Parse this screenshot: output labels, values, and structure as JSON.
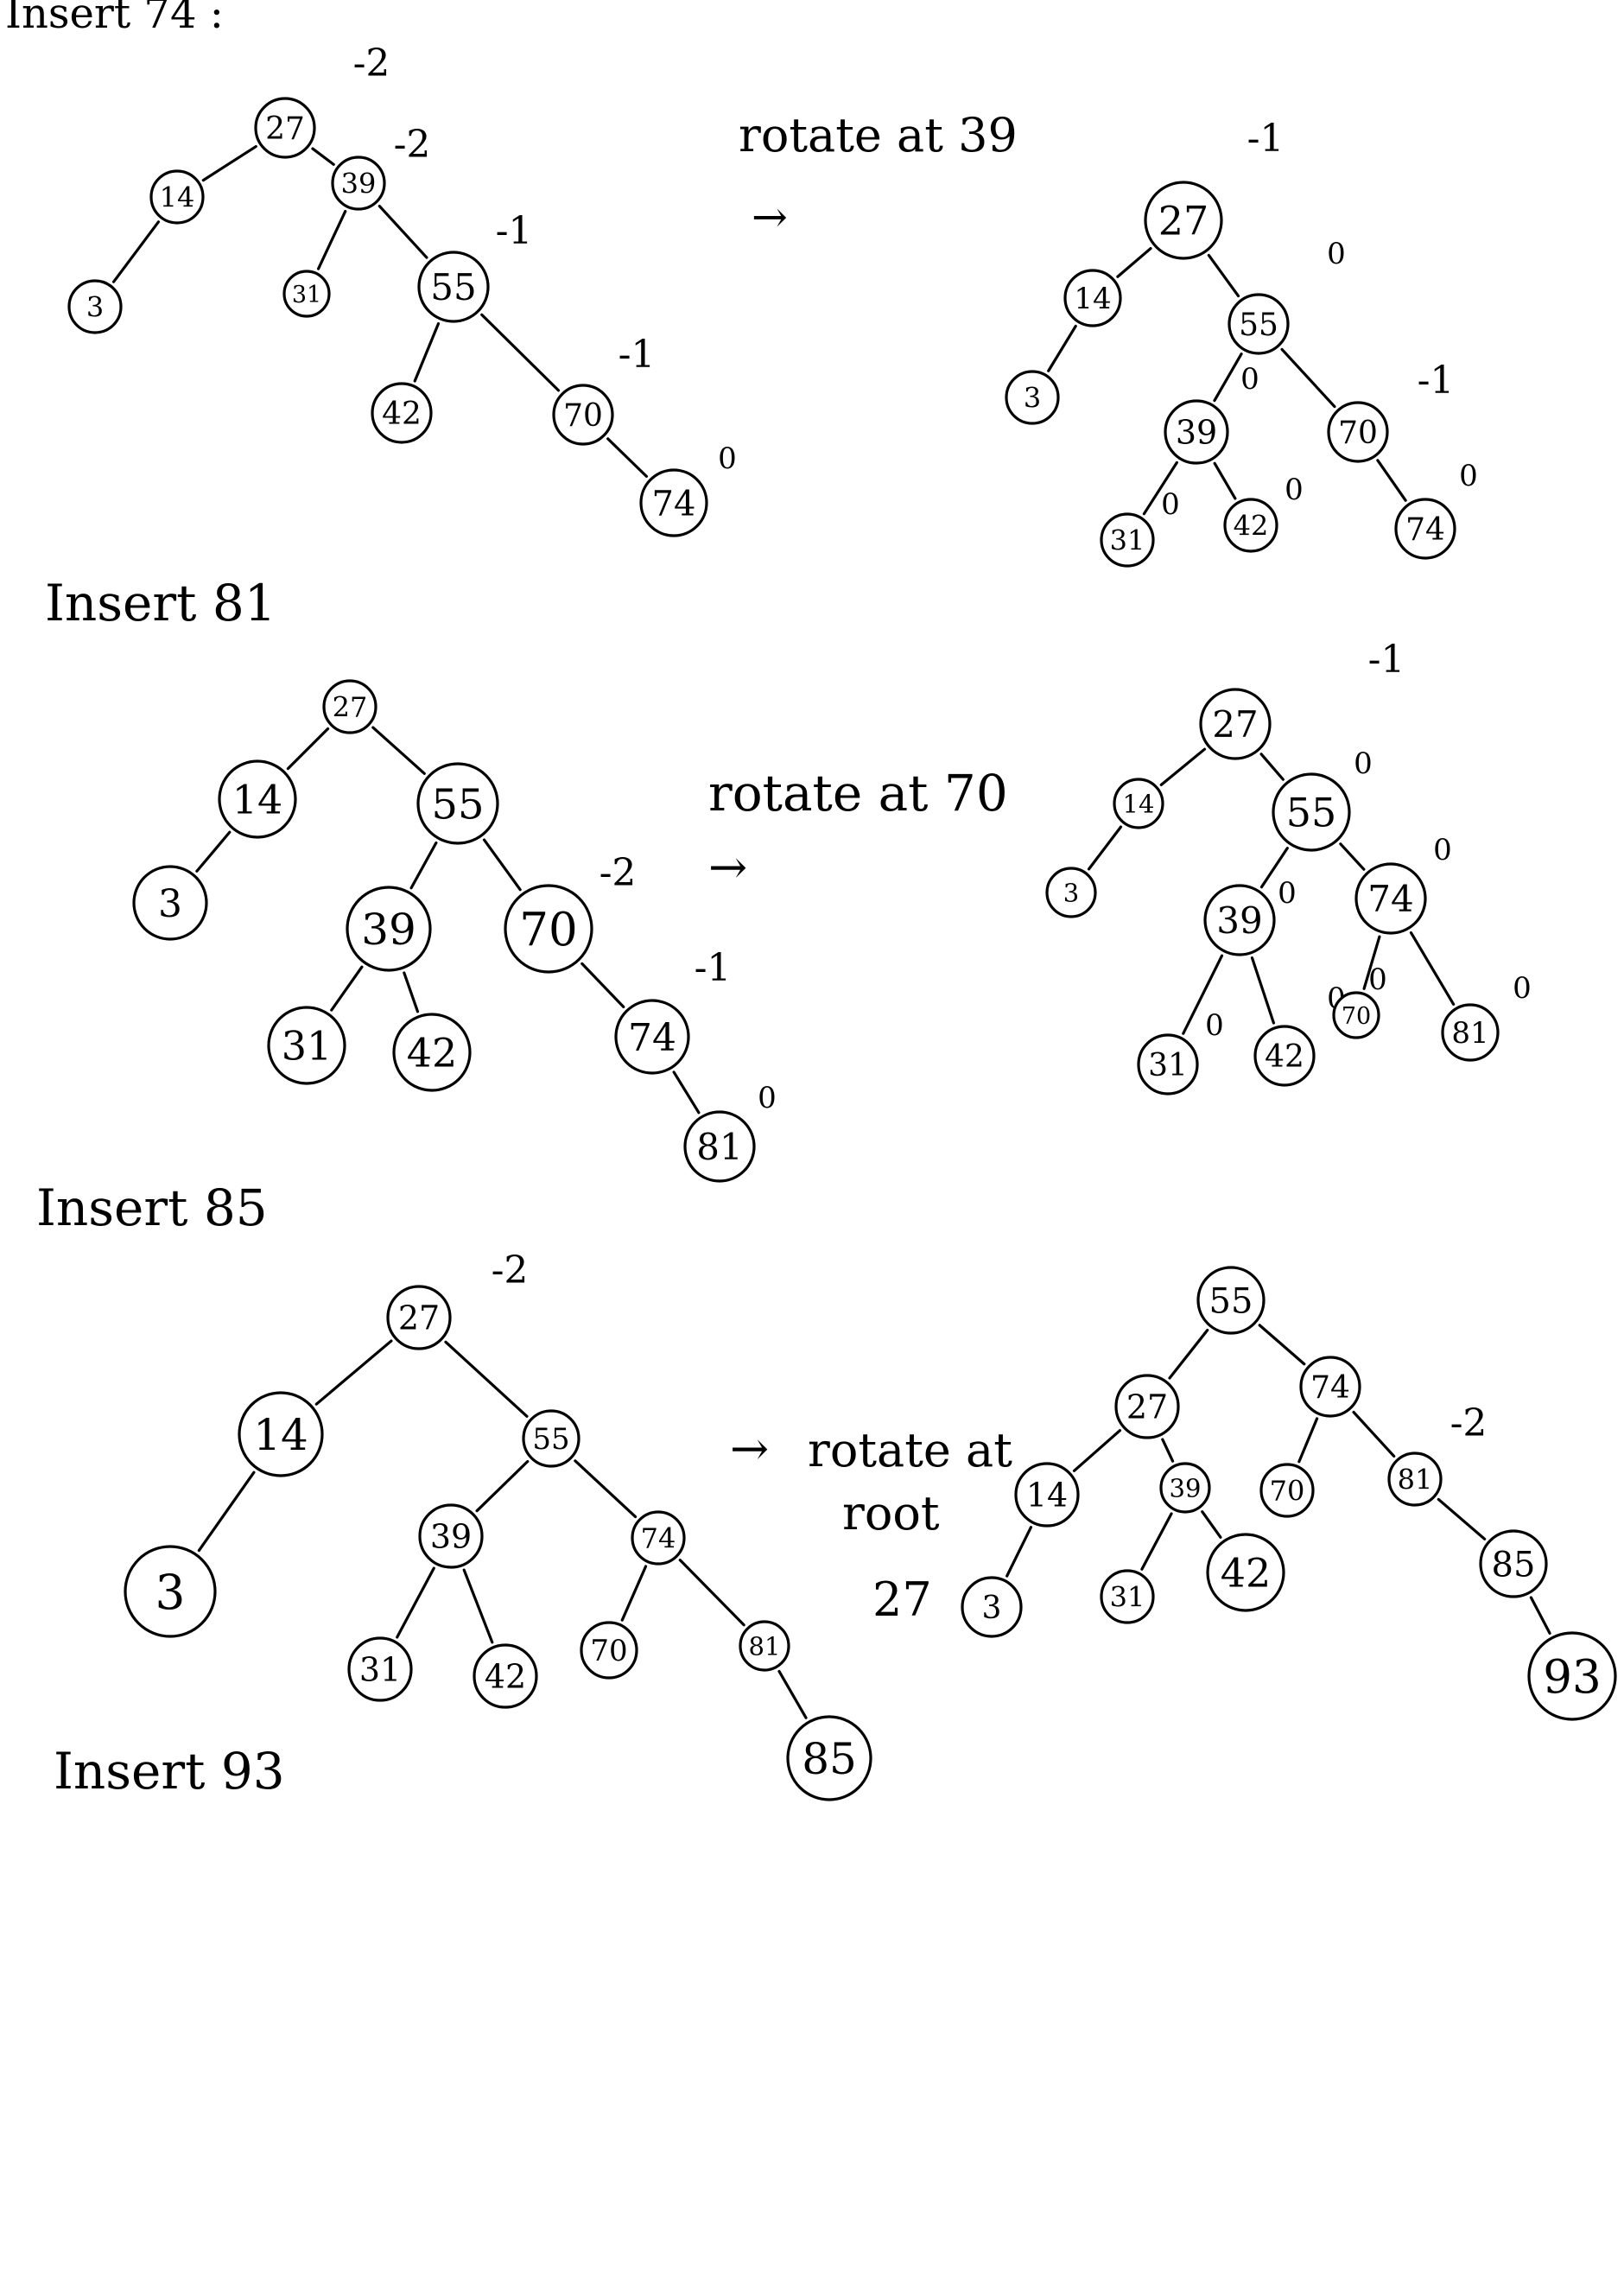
{
  "sections": [
    {
      "heading": "Insert 74 :"
    },
    {
      "heading": "Insert 81"
    },
    {
      "heading": "Insert 85"
    },
    {
      "heading": "Insert 93"
    }
  ],
  "rotation_notes": {
    "s1": "rotate at 39",
    "s2": "rotate at 70",
    "s3_line1": "rotate at",
    "s3_line2": "root",
    "s3_side": "27"
  },
  "arrow_glyph": "→",
  "trees": {
    "t1": {
      "nodes": [
        {
          "id": "27",
          "bf": "-2"
        },
        {
          "id": "14",
          "bf": ""
        },
        {
          "id": "3",
          "bf": ""
        },
        {
          "id": "39",
          "bf": "-2"
        },
        {
          "id": "31",
          "bf": ""
        },
        {
          "id": "55",
          "bf": "-1"
        },
        {
          "id": "42",
          "bf": ""
        },
        {
          "id": "70",
          "bf": "-1"
        },
        {
          "id": "74",
          "bf": "0"
        }
      ]
    },
    "t2": {
      "nodes": [
        {
          "id": "27",
          "bf": "-1"
        },
        {
          "id": "14",
          "bf": ""
        },
        {
          "id": "3",
          "bf": ""
        },
        {
          "id": "55",
          "bf": "0"
        },
        {
          "id": "39",
          "bf": "0"
        },
        {
          "id": "31",
          "bf": "0"
        },
        {
          "id": "42",
          "bf": "0"
        },
        {
          "id": "70",
          "bf": "-1"
        },
        {
          "id": "74",
          "bf": "0"
        }
      ]
    },
    "t3": {
      "nodes": [
        {
          "id": "27",
          "bf": ""
        },
        {
          "id": "14",
          "bf": ""
        },
        {
          "id": "3",
          "bf": ""
        },
        {
          "id": "55",
          "bf": ""
        },
        {
          "id": "39",
          "bf": ""
        },
        {
          "id": "31",
          "bf": ""
        },
        {
          "id": "42",
          "bf": ""
        },
        {
          "id": "70",
          "bf": "-2"
        },
        {
          "id": "74",
          "bf": "-1"
        },
        {
          "id": "81",
          "bf": "0"
        }
      ]
    },
    "t4": {
      "nodes": [
        {
          "id": "27",
          "bf": "-1"
        },
        {
          "id": "14",
          "bf": ""
        },
        {
          "id": "3",
          "bf": ""
        },
        {
          "id": "55",
          "bf": "0"
        },
        {
          "id": "39",
          "bf": "0"
        },
        {
          "id": "31",
          "bf": "0"
        },
        {
          "id": "42",
          "bf": "0"
        },
        {
          "id": "74",
          "bf": "0"
        },
        {
          "id": "70",
          "bf": "0"
        },
        {
          "id": "81",
          "bf": "0"
        }
      ]
    },
    "t5": {
      "nodes": [
        {
          "id": "27",
          "bf": "-2"
        },
        {
          "id": "14",
          "bf": ""
        },
        {
          "id": "3",
          "bf": ""
        },
        {
          "id": "55",
          "bf": ""
        },
        {
          "id": "39",
          "bf": ""
        },
        {
          "id": "31",
          "bf": ""
        },
        {
          "id": "42",
          "bf": ""
        },
        {
          "id": "74",
          "bf": ""
        },
        {
          "id": "70",
          "bf": ""
        },
        {
          "id": "81",
          "bf": ""
        },
        {
          "id": "85",
          "bf": ""
        }
      ]
    },
    "t6": {
      "nodes": [
        {
          "id": "55",
          "bf": ""
        },
        {
          "id": "27",
          "bf": ""
        },
        {
          "id": "14",
          "bf": ""
        },
        {
          "id": "3",
          "bf": ""
        },
        {
          "id": "39",
          "bf": ""
        },
        {
          "id": "31",
          "bf": ""
        },
        {
          "id": "42",
          "bf": ""
        },
        {
          "id": "74",
          "bf": ""
        },
        {
          "id": "70",
          "bf": ""
        },
        {
          "id": "81",
          "bf": "-2"
        },
        {
          "id": "85",
          "bf": ""
        },
        {
          "id": "93",
          "bf": ""
        }
      ]
    }
  }
}
